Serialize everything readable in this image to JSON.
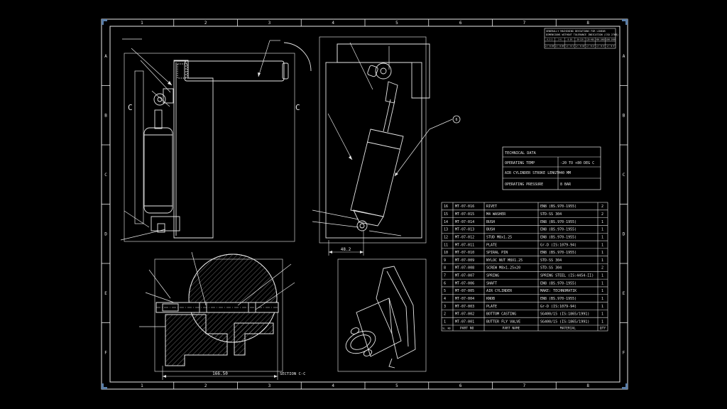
{
  "grid": {
    "columns": [
      "1",
      "2",
      "3",
      "4",
      "5",
      "6",
      "7",
      "8"
    ],
    "rows": [
      "A",
      "B",
      "C",
      "D",
      "E",
      "F"
    ]
  },
  "title_note": {
    "lines": [
      "GENERALLY MACHINING DEVIATIONS FOR LINEAR",
      "DIMENSIONS WITHOUT TOLERANCE INDICATION (ISO 2768)"
    ],
    "ranges": [
      "0.5-3",
      "3-6",
      "6-30",
      "30-120",
      "120-400",
      "400-1000",
      "1000-2000"
    ],
    "tolerances": [
      "+/- 0.05",
      "+/- 0.05",
      "+/- 0.1",
      "+/- 0.15",
      "+/- 0.2",
      "+/- 0.3",
      "+/- 0.5"
    ]
  },
  "section_marks": {
    "left": "C",
    "right": "C"
  },
  "balloon": "6",
  "dimensions": {
    "small": "48.2",
    "bottom": "166.50",
    "section_label": "SECTION C-C"
  },
  "technical_data": {
    "title": "TECHNICAL DATA",
    "rows": [
      {
        "label": "OPERATING TEMP",
        "value": "-20 TO +80 DEG C"
      },
      {
        "label": "AIR CYLINDER STROKE LENGTH",
        "value": "40 MM"
      },
      {
        "label": "OPERATING PRESSURE",
        "value": "8 BAR"
      }
    ]
  },
  "bom": {
    "headers": {
      "sl": "SL. NO",
      "part_no": "PART NO",
      "part_name": "PART NAME",
      "material": "MATERIAL",
      "qty": "QTY"
    },
    "rows": [
      {
        "sl": "16",
        "part_no": "MT-07-016",
        "name": "RIVET",
        "material": "EN8 (BS.970-1955)",
        "qty": "2"
      },
      {
        "sl": "15",
        "part_no": "MT-07-015",
        "name": "M4 WASHER",
        "material": "STD-SS 304",
        "qty": "2"
      },
      {
        "sl": "14",
        "part_no": "MT-07-014",
        "name": "BUSH",
        "material": "EN8 (BS.970-1955)",
        "qty": "1"
      },
      {
        "sl": "13",
        "part_no": "MT-07-013",
        "name": "BUSH",
        "material": "EN8 (BS.970-1955)",
        "qty": "1"
      },
      {
        "sl": "12",
        "part_no": "MT-07-012",
        "name": "STUD M8x1.25",
        "material": "EN8 (BS.970-1955)",
        "qty": "1"
      },
      {
        "sl": "11",
        "part_no": "MT-07-011",
        "name": "PLATE",
        "material": "Gr-D (IS:1079-94)",
        "qty": "1"
      },
      {
        "sl": "10",
        "part_no": "MT-07-010",
        "name": "SPIRAL PIN",
        "material": "EN8 (BS.970-1955)",
        "qty": "1"
      },
      {
        "sl": "9",
        "part_no": "MT-07-009",
        "name": "NYLOC NUT M8X1.25",
        "material": "STD-SS 304",
        "qty": "1"
      },
      {
        "sl": "8",
        "part_no": "MT-07-008",
        "name": "SCREW M8x1.25x20",
        "material": "STD-SS 304",
        "qty": "2"
      },
      {
        "sl": "7",
        "part_no": "MT-07-007",
        "name": "SPRING",
        "material": "SPRING STEEL (IS:4454-II)",
        "qty": "1"
      },
      {
        "sl": "6",
        "part_no": "MT-07-006",
        "name": "SHAFT",
        "material": "EN8 (BS.970-1955)",
        "qty": "1"
      },
      {
        "sl": "5",
        "part_no": "MT-07-005",
        "name": "AIR CYLINDER",
        "material": "MAKE: TECHNOMATIK",
        "qty": "1"
      },
      {
        "sl": "4",
        "part_no": "MT-07-004",
        "name": "KNOB",
        "material": "EN8 (BS.970-1955)",
        "qty": "1"
      },
      {
        "sl": "3",
        "part_no": "MT-07-003",
        "name": "PLATE",
        "material": "Gr-D (IS:1079-94)",
        "qty": "1"
      },
      {
        "sl": "2",
        "part_no": "MT-07-002",
        "name": "BOTTOM CASTING",
        "material": "SG400/15 (IS:1865/1991)",
        "qty": "1"
      },
      {
        "sl": "1",
        "part_no": "MT-07-001",
        "name": "BUTTER FLY VALVE",
        "material": "SG400/15 (IS:1865/1991)",
        "qty": "1"
      }
    ]
  }
}
